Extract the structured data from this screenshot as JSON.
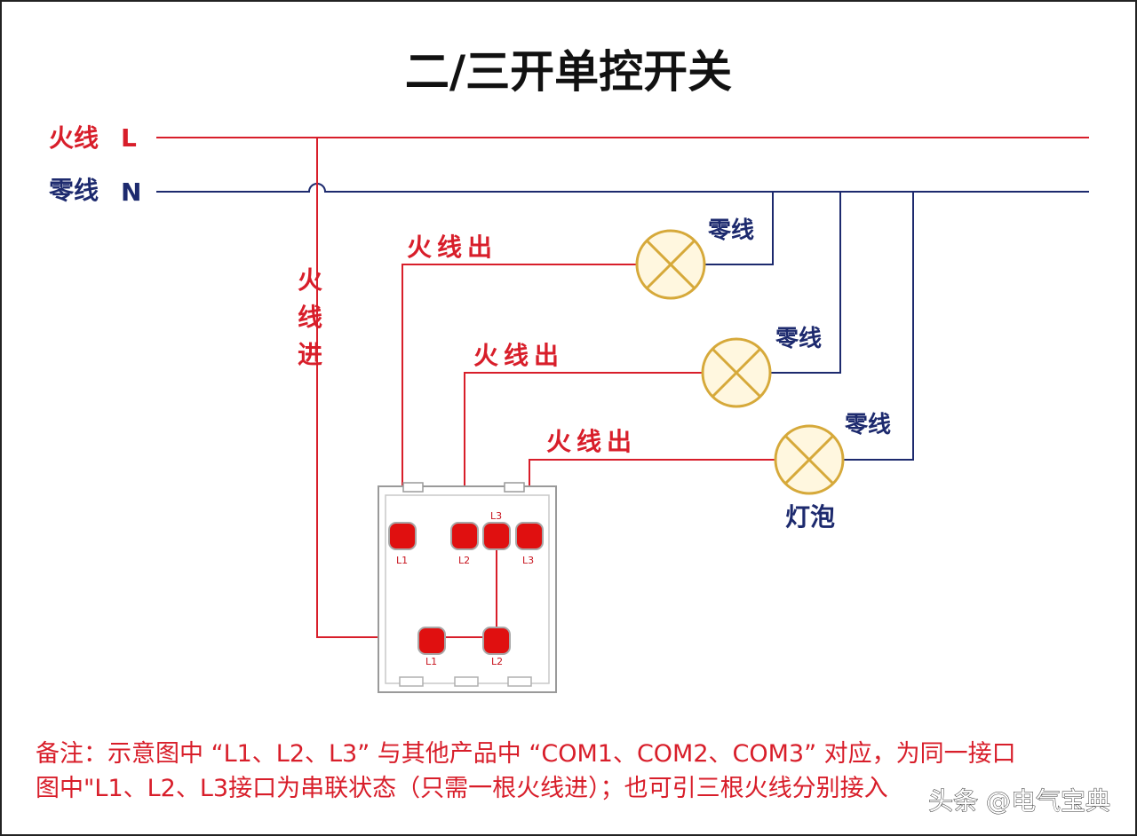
{
  "title": "二/三开单控开关",
  "live_line_label": "火线",
  "live_line_letter": "L",
  "neutral_line_label": "零线",
  "neutral_line_letter": "N",
  "live_in_chars": [
    "火",
    "线",
    "进"
  ],
  "live_out_label": "火线出",
  "neutral_small_label": "零线",
  "bulb_label": "灯泡",
  "terminals": {
    "top": [
      "L1",
      "L2",
      "L3"
    ],
    "top_extra": "L3",
    "bottom": [
      "L1",
      "L2"
    ]
  },
  "note_line1": "备注：示意图中 “L1、L2、L3” 与其他产品中 “COM1、COM2、COM3” 对应，为同一接口",
  "note_line2": "图中\"L1、L2、L3接口为串联状态（只需一根火线进）；也可引三根火线分别接入",
  "watermark": "头条 @电气宝典",
  "colors": {
    "live_wire": "#d81e2a",
    "neutral_wire": "#1d2a6e",
    "bulb_fill": "#fff7df",
    "bulb_stroke": "#d6a93a",
    "terminal": "#e01010"
  }
}
